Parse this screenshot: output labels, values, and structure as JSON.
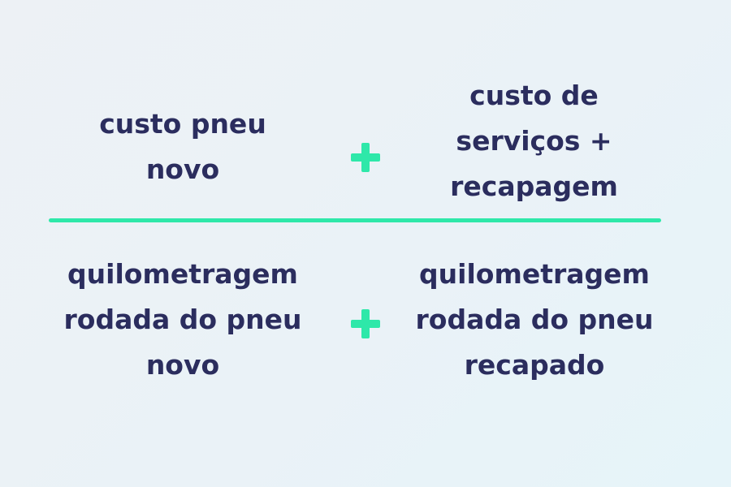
{
  "numerator": {
    "left": {
      "lines": [
        "custo pneu",
        "novo"
      ]
    },
    "operator": "+",
    "right": {
      "lines": [
        "custo de",
        "serviços +",
        "recapagem"
      ]
    }
  },
  "denominator": {
    "left": {
      "lines": [
        "quilometragem",
        "rodada do pneu",
        "novo"
      ]
    },
    "operator": "+",
    "right": {
      "lines": [
        "quilometragem",
        "rodada do pneu",
        "recapado"
      ]
    }
  },
  "colors": {
    "text": "#2b2d5e",
    "accent": "#2ee8a9",
    "background": "#eaf2f7"
  },
  "icons": {
    "operator": "plus-icon",
    "divider": "fraction-bar"
  }
}
